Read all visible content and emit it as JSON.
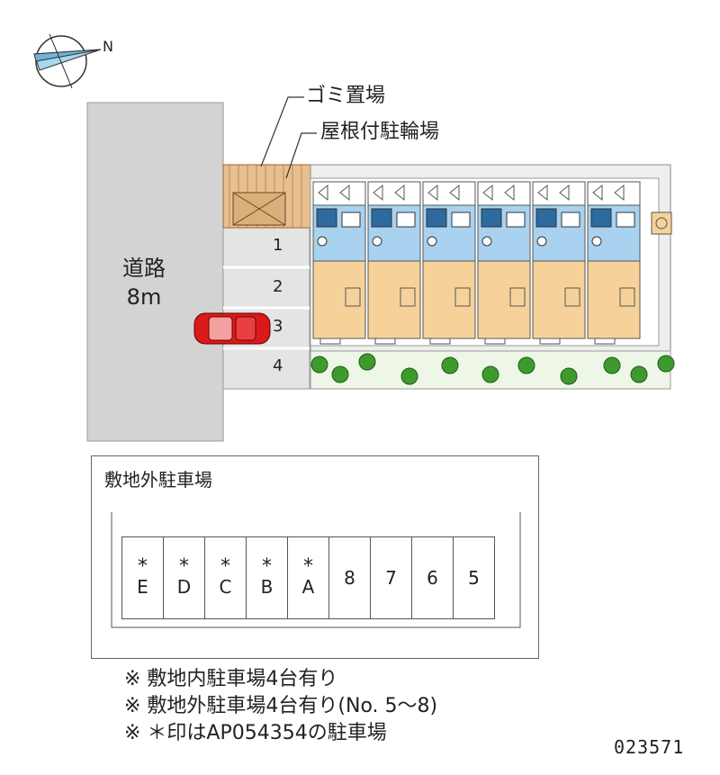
{
  "compass": {
    "north_label": "N",
    "icon": "compass-icon"
  },
  "labels": {
    "garbage": "ゴミ置場",
    "bicycle": "屋根付駐輪場",
    "road_line1": "道路",
    "road_line2": "8m"
  },
  "onsite_slots": [
    "1",
    "2",
    "3",
    "4"
  ],
  "offsite": {
    "title": "敷地外駐車場",
    "spaces": [
      {
        "star": "*",
        "label": "E"
      },
      {
        "star": "*",
        "label": "D"
      },
      {
        "star": "*",
        "label": "C"
      },
      {
        "star": "*",
        "label": "B"
      },
      {
        "star": "*",
        "label": "A"
      },
      {
        "star": "",
        "label": "8"
      },
      {
        "star": "",
        "label": "7"
      },
      {
        "star": "",
        "label": "6"
      },
      {
        "star": "",
        "label": "5"
      }
    ]
  },
  "notes": [
    "※ 敷地内駐車場4台有り",
    "※ 敷地外駐車場4台有り(No. 5～8)",
    "※ ＊印はAP054354の駐車場"
  ],
  "property_code": "023571",
  "colors": {
    "road": "#d3d3d3",
    "parking": "#e4e4e4",
    "bath": "#a8d2f0",
    "room": "#f6d29a",
    "car": "#d81a1a",
    "hedge": "#3f9a2e"
  }
}
